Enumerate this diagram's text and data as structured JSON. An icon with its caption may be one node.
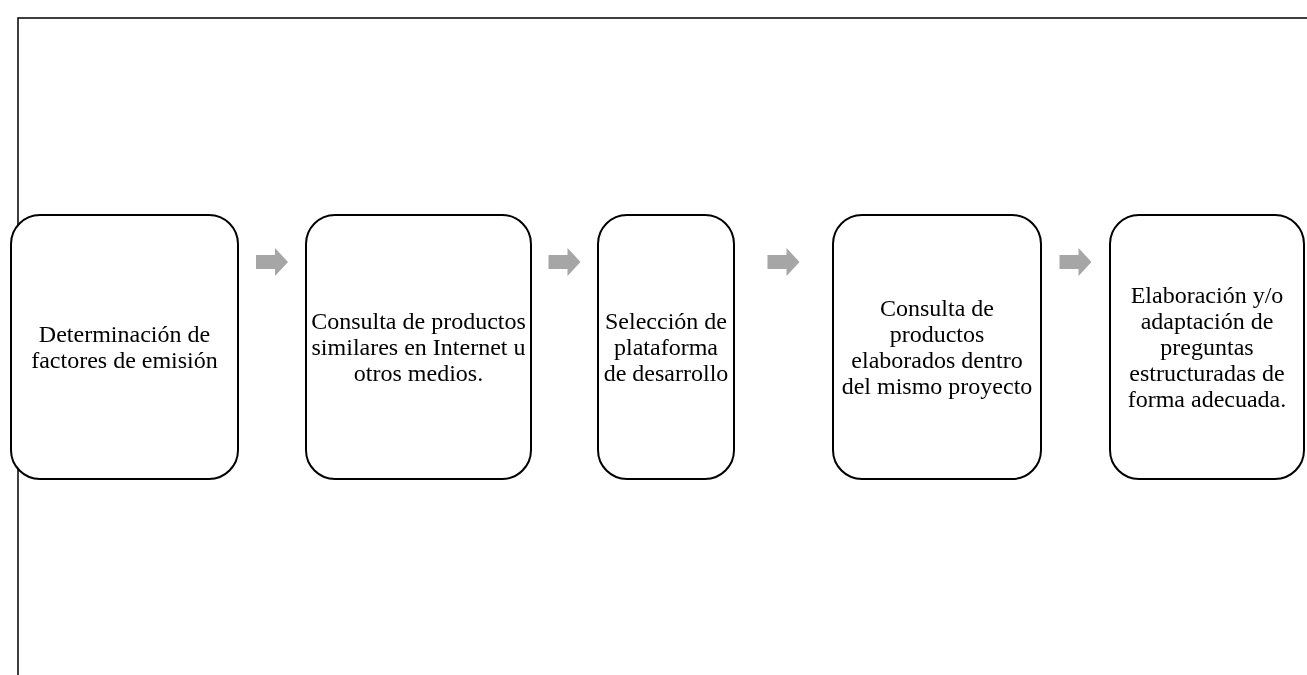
{
  "diagram": {
    "nodes": [
      {
        "text": [
          "Determinación de factores de emisión"
        ]
      },
      {
        "text": [
          "Consulta de productos similares en Internet u otros medios."
        ]
      },
      {
        "text": [
          "Selección de plataforma de desarrollo"
        ]
      },
      {
        "text": [
          "Consulta de productos elaborados dentro del mismo proyecto"
        ]
      },
      {
        "text": [
          "Elaboración y/o adaptación de preguntas estructuradas de forma adecuada."
        ]
      }
    ],
    "edges": [
      {
        "from": 0,
        "to": 1,
        "arrow": "to"
      },
      {
        "from": 1,
        "to": 2,
        "arrow": "to"
      },
      {
        "from": 2,
        "to": 3,
        "arrow": "to"
      },
      {
        "from": 3,
        "to": 4,
        "arrow": "to"
      }
    ]
  }
}
